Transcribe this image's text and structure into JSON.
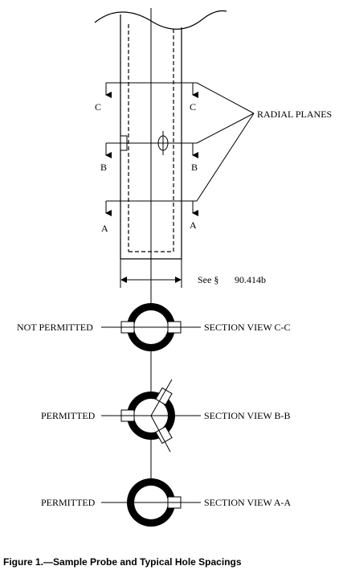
{
  "planes": {
    "c_left": "C",
    "c_right": "C",
    "b_left": "B",
    "b_right": "B",
    "a_left": "A",
    "a_right": "A",
    "callout": "RADIAL PLANES"
  },
  "dimension": {
    "see_symbol": "See §",
    "reference": "90.414b"
  },
  "sections": [
    {
      "left_label": "NOT PERMITTED",
      "right_label": "SECTION VIEW C-C"
    },
    {
      "left_label": "PERMITTED",
      "right_label": "SECTION VIEW B-B"
    },
    {
      "left_label": "PERMITTED",
      "right_label": "SECTION VIEW A-A"
    }
  ],
  "caption": {
    "figure_number": "Figure 1.",
    "text": "—Sample Probe and Typical Hole Spacings"
  }
}
